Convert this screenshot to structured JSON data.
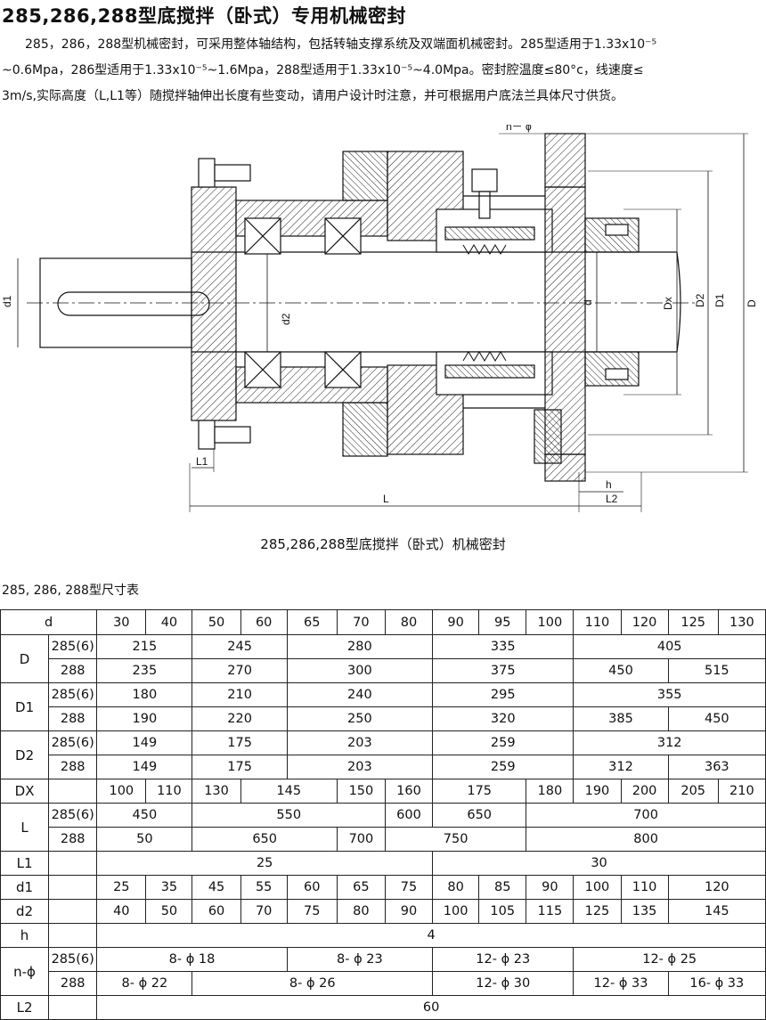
{
  "page": {
    "title": "285,286,288型底搅拌（卧式）专用机械密封",
    "intro_lines": [
      "285，286，288型机械密封，可采用整体轴结构，包括转轴支撑系统及双端面机械密封。285型适用于1.33x10⁻⁵",
      "~0.6Mpa，286型适用于1.33x10⁻⁵~1.6Mpa，288型适用于1.33x10⁻⁵~4.0Mpa。密封腔温度≤80°c，线速度≤",
      "3m/s,实际高度（L,L1等）随搅拌轴伸出长度有些变动，请用户设计时注意，并可根据用户底法兰具体尺寸供货。"
    ],
    "figure_caption": "285,286,288型底搅拌（卧式）机械密封",
    "table_title": "285, 286, 288型尺寸表"
  },
  "drawing": {
    "labels": {
      "n_phi": "n－ ϕ",
      "D": "D",
      "D1": "D1",
      "D2": "D2",
      "Dx": "Dx",
      "d": "d",
      "d1": "d1",
      "d2": "d2",
      "L": "L",
      "L1": "L1",
      "L2": "L2",
      "h": "h"
    }
  },
  "table": {
    "d_label": "d",
    "d_values": [
      "30",
      "40",
      "50",
      "60",
      "65",
      "70",
      "80",
      "90",
      "95",
      "100",
      "110",
      "120",
      "125",
      "130"
    ],
    "D": {
      "label": "D",
      "r1": {
        "model": "285(6)",
        "v": [
          "215",
          "245",
          "280",
          "335",
          "405"
        ]
      },
      "r2": {
        "model": "288",
        "v": [
          "235",
          "270",
          "300",
          "375",
          "450",
          "515"
        ]
      }
    },
    "D1": {
      "label": "D1",
      "r1": {
        "model": "285(6)",
        "v": [
          "180",
          "210",
          "240",
          "295",
          "355"
        ]
      },
      "r2": {
        "model": "288",
        "v": [
          "190",
          "220",
          "250",
          "320",
          "385",
          "450"
        ]
      }
    },
    "D2": {
      "label": "D2",
      "r1": {
        "model": "285(6)",
        "v": [
          "149",
          "175",
          "203",
          "259",
          "312"
        ]
      },
      "r2": {
        "model": "288",
        "v": [
          "149",
          "175",
          "203",
          "259",
          "312",
          "363"
        ]
      }
    },
    "DX": {
      "label": "DX",
      "v": [
        "100",
        "110",
        "130",
        "145",
        "150",
        "160",
        "175",
        "180",
        "190",
        "200",
        "205",
        "210"
      ]
    },
    "L": {
      "label": "L",
      "r1": {
        "model": "285(6)",
        "v": [
          "450",
          "550",
          "600",
          "650",
          "700"
        ]
      },
      "r2": {
        "model": "288",
        "v": [
          "50",
          "650",
          "700",
          "750",
          "800"
        ]
      }
    },
    "L1": {
      "label": "L1",
      "v": [
        "25",
        "30"
      ]
    },
    "d1": {
      "label": "d1",
      "v": [
        "25",
        "35",
        "45",
        "55",
        "60",
        "65",
        "75",
        "80",
        "85",
        "90",
        "100",
        "110",
        "120"
      ]
    },
    "d2": {
      "label": "d2",
      "v": [
        "40",
        "50",
        "60",
        "70",
        "75",
        "80",
        "90",
        "100",
        "105",
        "115",
        "125",
        "135",
        "145"
      ]
    },
    "h": {
      "label": "h",
      "v": "4"
    },
    "n_phi": {
      "label": "n-ϕ",
      "r1": {
        "model": "285(6)",
        "v": [
          "8- ϕ 18",
          "8- ϕ 23",
          "12- ϕ 23",
          "12- ϕ 25"
        ]
      },
      "r2": {
        "model": "288",
        "v": [
          "8- ϕ 22",
          "8- ϕ 26",
          "12- ϕ 30",
          "12- ϕ 33",
          "16- ϕ 33"
        ]
      }
    },
    "L2": {
      "label": "L2",
      "v": "60"
    }
  }
}
